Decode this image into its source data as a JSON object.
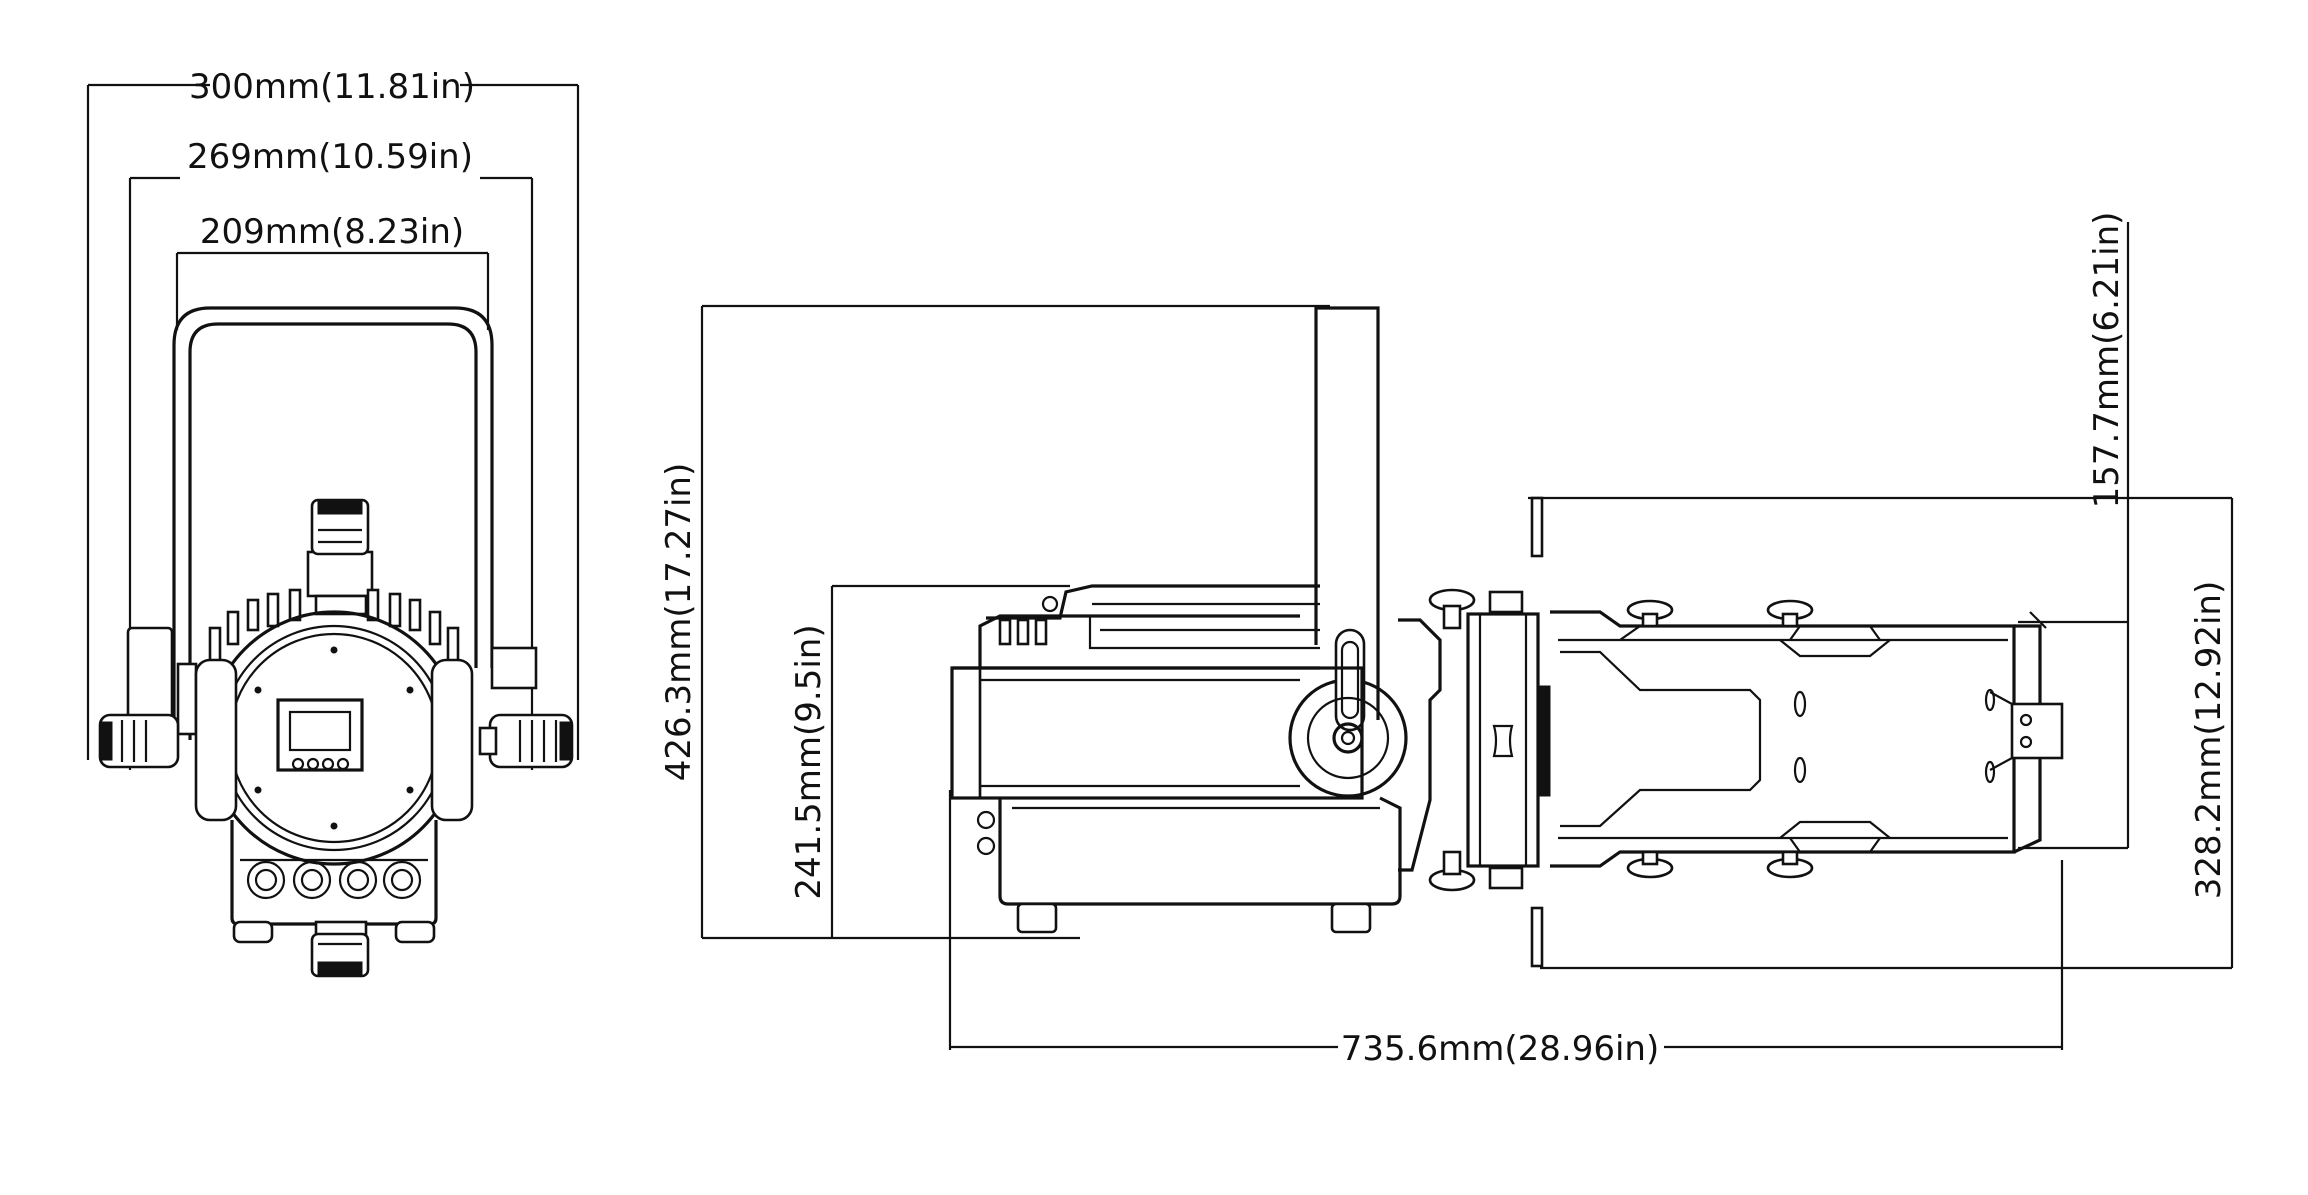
{
  "dimensions": {
    "front_width_total": "300mm(11.81in)",
    "front_width_mid": "269mm(10.59in)",
    "front_width_inner": "209mm(8.23in)",
    "side_height_total": "426.3mm(17.27in)",
    "side_height_body": "241.5mm(9.5in)",
    "side_length_total": "735.6mm(28.96in)",
    "lens_height_small": "157.7mm(6.21in)",
    "lens_height_large": "328.2mm(12.92in)"
  },
  "colors": {
    "line": "#111111",
    "background": "#ffffff"
  }
}
